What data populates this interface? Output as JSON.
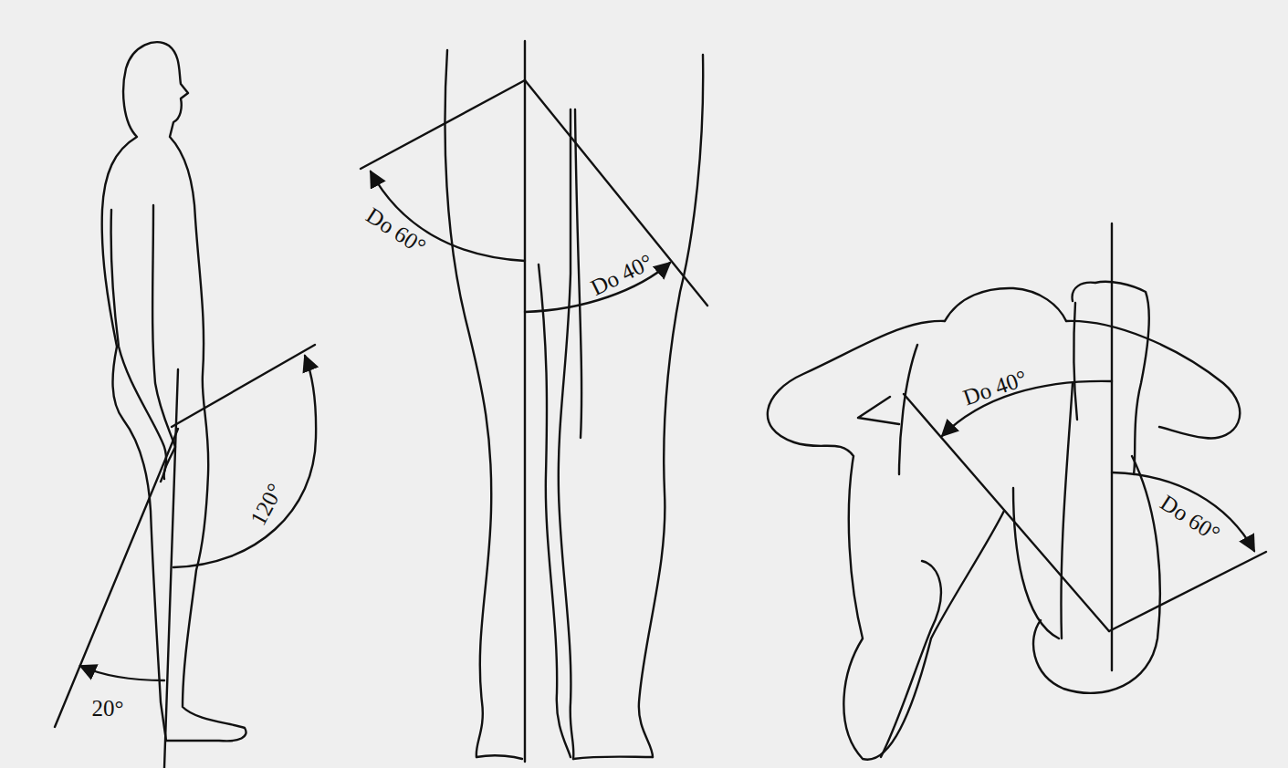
{
  "diagram": {
    "labels": [
      "20°",
      "120°",
      "Do 60°",
      "Do 40°",
      "Do 40°",
      "Do 60°"
    ]
  }
}
